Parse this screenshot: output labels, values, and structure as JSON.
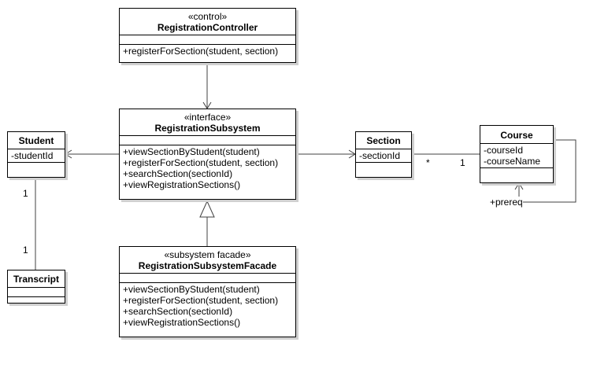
{
  "classes": {
    "registration_controller": {
      "stereotype": "«control»",
      "name": "RegistrationController",
      "operations": [
        "+registerForSection(student, section)"
      ]
    },
    "registration_subsystem": {
      "stereotype": "«interface»",
      "name": "RegistrationSubsystem",
      "operations": [
        "+viewSectionByStudent(student)",
        "+registerForSection(student, section)",
        "+searchSection(sectionId)",
        "+viewRegistrationSections()"
      ]
    },
    "facade": {
      "stereotype": "«subsystem facade»",
      "name": "RegistrationSubsystemFacade",
      "operations": [
        "+viewSectionByStudent(student)",
        "+registerForSection(student, section)",
        "+searchSection(sectionId)",
        "+viewRegistrationSections()"
      ]
    },
    "student": {
      "name": "Student",
      "attributes": [
        "-studentId"
      ]
    },
    "transcript": {
      "name": "Transcript"
    },
    "section": {
      "name": "Section",
      "attributes": [
        "-sectionId"
      ]
    },
    "course": {
      "name": "Course",
      "attributes": [
        "-courseId",
        "-courseName"
      ]
    }
  },
  "labels": {
    "student_mult": "1",
    "transcript_mult": "1",
    "section_mult": "*",
    "course_mult": "1",
    "prereq_role": "+prereq"
  }
}
